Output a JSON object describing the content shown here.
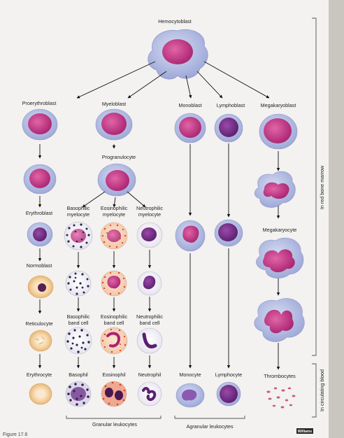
{
  "diagram": {
    "stem": "Hemocytoblast",
    "lineage_heads": {
      "proerythroblast": "Proerythroblast",
      "myeloblast": "Myeloblast",
      "monoblast": "Monoblast",
      "lymphoblast": "Lymphoblast",
      "megakaryoblast": "Megakaryoblast"
    },
    "intermediate": {
      "progranulocyte": "Progranulocyte",
      "erythroblast": "Erythroblast",
      "normoblast": "Normoblast",
      "reticulocyte": "Reticulocyte",
      "megakaryocyte": "Megakaryocyte"
    },
    "myelocytes": {
      "basophilic_1": "Basophilic",
      "basophilic_2": "myelocyte",
      "eosinophilic_1": "Eosinophilic",
      "eosinophilic_2": "myelocyte",
      "neutrophilic_1": "Neutrophilic",
      "neutrophilic_2": "myelocyte"
    },
    "band_cells": {
      "basophilic_1": "Basophilic",
      "basophilic_2": "band cell",
      "eosinophilic_1": "Eosinophilic",
      "eosinophilic_2": "band cell",
      "neutrophilic_1": "Neutrophilic",
      "neutrophilic_2": "band cell"
    },
    "mature": {
      "erythrocyte": "Erythrocyte",
      "basophil": "Basophil",
      "eosinophil": "Eosinophil",
      "neutrophil": "Neutrophil",
      "monocyte": "Monocyte",
      "lymphocyte": "Lymphocyte",
      "thrombocytes": "Thrombocytes"
    },
    "groups": {
      "granular": "Granular leukocytes",
      "agranular": "Agranular leukocytes",
      "red_bone_marrow": "In red bone marrow",
      "circulating_blood": "In circulating blood"
    },
    "footer": {
      "caption": "Figure 17.6",
      "credit": "Williams"
    },
    "colors": {
      "nucleus": "#b8327a",
      "nucleus_dark": "#7a2a8a",
      "cytoplasm": "#b6c1e6",
      "erythro": "#f4d8b8",
      "eosin_granule": "#d2452b",
      "baso_granule": "#2a2450"
    }
  }
}
